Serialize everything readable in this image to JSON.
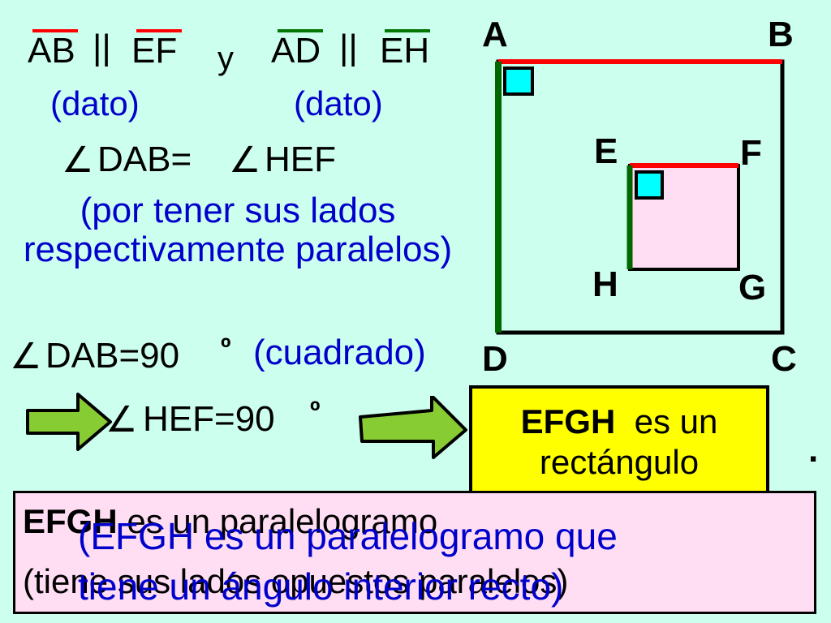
{
  "header": {
    "seg_ab": "AB",
    "parallel_1": "||",
    "seg_ef": "EF",
    "conj": "y",
    "seg_ad": "AD",
    "parallel_2": "||",
    "seg_eh": "EH",
    "given_1": "(dato)",
    "given_2": "(dato)"
  },
  "statements": {
    "angle_symbol": "∠",
    "eq_angles": "DAB=",
    "eq_angles_2": "HEF",
    "reason_parallel": "(por tener sus lados respectivamente paralelos)",
    "dab_90": "DAB=90",
    "degree": "º",
    "reason_square": "(cuadrado)",
    "hef_90": "HEF=90"
  },
  "conclusion": {
    "bold": "EFGH",
    "rest_1": "es un",
    "rest_2": "rectángulo",
    "dot": "."
  },
  "bottom": {
    "line1_bold": "EFGH",
    "line1_rest": "es un paralelogramo",
    "line2": "(tiene sus lados opuestos paralelos)",
    "overlay_line1": "(EFGH es un paralelogramo que",
    "overlay_line2": "tiene un ángulo interior recto)"
  },
  "diagram": {
    "labels": {
      "A": "A",
      "B": "B",
      "C": "C",
      "D": "D",
      "E": "E",
      "F": "F",
      "G": "G",
      "H": "H"
    },
    "colors": {
      "red": "#ff0000",
      "green": "#006600",
      "cyan": "#00ffff",
      "pink": "#ffddf2",
      "arrow_fill": "#88cc33"
    }
  }
}
